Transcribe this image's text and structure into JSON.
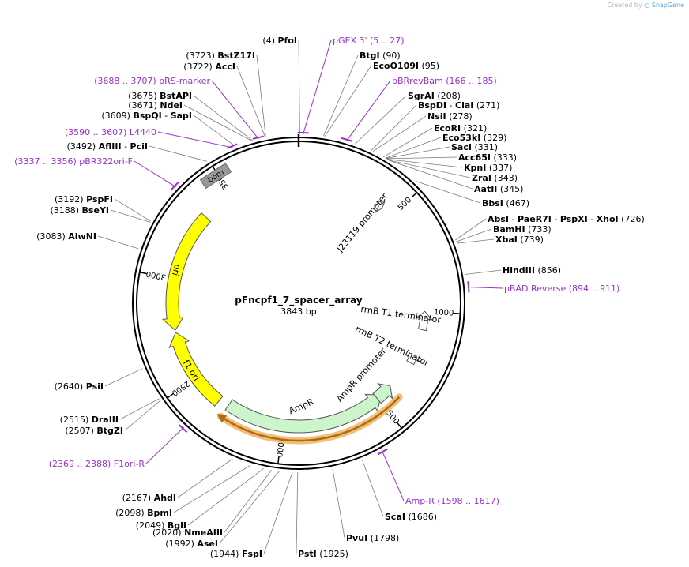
{
  "credit": {
    "prefix": "Created by",
    "brand": "SnapGene"
  },
  "plasmid": {
    "name": "pFncpf1_7_spacer_array",
    "size_label": "3843 bp",
    "length": 3843
  },
  "features": [
    {
      "name": "bom",
      "type": "box",
      "start": 3420,
      "end": 3560
    },
    {
      "name": "ori",
      "type": "arrow",
      "start": 2750,
      "end": 3340,
      "strand": -1,
      "color": "#ffff00"
    },
    {
      "name": "f1 ori",
      "type": "arrow",
      "start": 2340,
      "end": 2740,
      "strand": 1,
      "color": "#ffff00"
    },
    {
      "name": "AmpR",
      "type": "arrow",
      "start": 1475,
      "end": 2290,
      "strand": -1,
      "color": "#ccf5cc"
    },
    {
      "name": "AmpR promoter",
      "type": "arrow",
      "start": 1410,
      "end": 1500,
      "strand": -1,
      "color": "#ccf5cc"
    },
    {
      "name": "J23119 promoter",
      "type": "arrow",
      "start": 410,
      "end": 440,
      "strand": 1,
      "color": "#ffffff"
    },
    {
      "name": "rrnB T1 terminator",
      "type": "arrow",
      "start": 1000,
      "end": 1090,
      "strand": -1,
      "color": "#ffffff"
    },
    {
      "name": "rrnB T2 terminator",
      "type": "arrow",
      "start": 1220,
      "end": 1260,
      "strand": -1,
      "color": "#ffffff"
    }
  ],
  "orf": {
    "start": 1420,
    "end": 2290
  },
  "ticks": [
    {
      "pos": 500,
      "label": "500"
    },
    {
      "pos": 1000,
      "label": "1000"
    },
    {
      "pos": 1500,
      "label": "1500"
    },
    {
      "pos": 2000,
      "label": "2000"
    },
    {
      "pos": 2500,
      "label": "2500"
    },
    {
      "pos": 3000,
      "label": "3000"
    },
    {
      "pos": 3500,
      "label": "3500"
    }
  ],
  "sites": [
    {
      "parts": [
        {
          "t": "(4)  "
        },
        {
          "t": "PfoI",
          "b": true
        }
      ],
      "pos": 4,
      "a": "end"
    },
    {
      "parts": [
        {
          "t": "(3723)  "
        },
        {
          "t": "BstZ17I",
          "b": true
        }
      ],
      "pos": 3723,
      "a": "end"
    },
    {
      "parts": [
        {
          "t": "(3722)  "
        },
        {
          "t": "AccI",
          "b": true
        }
      ],
      "pos": 3722,
      "a": "end"
    },
    {
      "parts": [
        {
          "t": "(3688 .. 3707)  pRS-marker"
        }
      ],
      "pos": 3697,
      "a": "end",
      "primer": true
    },
    {
      "parts": [
        {
          "t": "(3675)  "
        },
        {
          "t": "BstAPI",
          "b": true
        }
      ],
      "pos": 3675,
      "a": "end"
    },
    {
      "parts": [
        {
          "t": "(3671)  "
        },
        {
          "t": "NdeI",
          "b": true
        }
      ],
      "pos": 3671,
      "a": "end"
    },
    {
      "parts": [
        {
          "t": "(3609)  "
        },
        {
          "t": "BspQI",
          "b": true
        },
        {
          "t": " - "
        },
        {
          "t": "SapI",
          "b": true
        }
      ],
      "pos": 3609,
      "a": "end"
    },
    {
      "parts": [
        {
          "t": "(3590 .. 3607)  L4440"
        }
      ],
      "pos": 3598,
      "a": "end",
      "primer": true
    },
    {
      "parts": [
        {
          "t": "(3492)  "
        },
        {
          "t": "AflIII",
          "b": true
        },
        {
          "t": "  - "
        },
        {
          "t": "PciI",
          "b": true
        }
      ],
      "pos": 3492,
      "a": "end"
    },
    {
      "parts": [
        {
          "t": "(3337 .. 3356)  pBR322ori-F"
        }
      ],
      "pos": 3346,
      "a": "end",
      "primer": true
    },
    {
      "parts": [
        {
          "t": "(3192)  "
        },
        {
          "t": "PspFI",
          "b": true
        }
      ],
      "pos": 3192,
      "a": "end"
    },
    {
      "parts": [
        {
          "t": "(3188)  "
        },
        {
          "t": "BseYI",
          "b": true
        }
      ],
      "pos": 3188,
      "a": "end"
    },
    {
      "parts": [
        {
          "t": "(3083)  "
        },
        {
          "t": "AlwNI",
          "b": true
        }
      ],
      "pos": 3083,
      "a": "end"
    },
    {
      "parts": [
        {
          "t": "(2640)  "
        },
        {
          "t": "PsiI",
          "b": true
        }
      ],
      "pos": 2640,
      "a": "end"
    },
    {
      "parts": [
        {
          "t": "(2515)  "
        },
        {
          "t": "DraIII",
          "b": true
        }
      ],
      "pos": 2515,
      "a": "end"
    },
    {
      "parts": [
        {
          "t": "(2507)  "
        },
        {
          "t": "BtgZI",
          "b": true
        }
      ],
      "pos": 2507,
      "a": "end"
    },
    {
      "parts": [
        {
          "t": "(2369 .. 2388)  F1ori-R"
        }
      ],
      "pos": 2378,
      "a": "end",
      "primer": true
    },
    {
      "parts": [
        {
          "t": "(2167)  "
        },
        {
          "t": "AhdI",
          "b": true
        }
      ],
      "pos": 2167,
      "a": "end"
    },
    {
      "parts": [
        {
          "t": "(2098)  "
        },
        {
          "t": "BpmI",
          "b": true
        }
      ],
      "pos": 2098,
      "a": "end"
    },
    {
      "parts": [
        {
          "t": "(2049)  "
        },
        {
          "t": "BglI",
          "b": true
        }
      ],
      "pos": 2049,
      "a": "end"
    },
    {
      "parts": [
        {
          "t": "(2020)  "
        },
        {
          "t": "NmeAIII",
          "b": true
        }
      ],
      "pos": 2020,
      "a": "end"
    },
    {
      "parts": [
        {
          "t": "(1992)  "
        },
        {
          "t": "AseI",
          "b": true
        }
      ],
      "pos": 1992,
      "a": "end"
    },
    {
      "parts": [
        {
          "t": "(1944)  "
        },
        {
          "t": "FspI",
          "b": true
        }
      ],
      "pos": 1944,
      "a": "end"
    },
    {
      "parts": [
        {
          "t": "PstI",
          "b": true
        },
        {
          "t": "  (1925)"
        }
      ],
      "pos": 1925,
      "a": "start"
    },
    {
      "parts": [
        {
          "t": "PvuI",
          "b": true
        },
        {
          "t": "  (1798)"
        }
      ],
      "pos": 1798,
      "a": "start"
    },
    {
      "parts": [
        {
          "t": "ScaI",
          "b": true
        },
        {
          "t": "  (1686)"
        }
      ],
      "pos": 1686,
      "a": "start"
    },
    {
      "parts": [
        {
          "t": "Amp-R   (1598 .. 1617)"
        }
      ],
      "pos": 1607,
      "a": "start",
      "primer": true
    },
    {
      "parts": [
        {
          "t": "pBAD Reverse   (894 .. 911)"
        }
      ],
      "pos": 902,
      "a": "start",
      "primer": true
    },
    {
      "parts": [
        {
          "t": "HindIII",
          "b": true
        },
        {
          "t": "  (856)"
        }
      ],
      "pos": 856,
      "a": "start"
    },
    {
      "parts": [
        {
          "t": "XbaI",
          "b": true
        },
        {
          "t": "  (739)"
        }
      ],
      "pos": 739,
      "a": "start"
    },
    {
      "parts": [
        {
          "t": "BamHI",
          "b": true
        },
        {
          "t": "  (733)"
        }
      ],
      "pos": 733,
      "a": "start"
    },
    {
      "parts": [
        {
          "t": "AbsI",
          "b": true
        },
        {
          "t": "  - "
        },
        {
          "t": "PaeR7I",
          "b": true
        },
        {
          "t": "  - "
        },
        {
          "t": "PspXI",
          "b": true
        },
        {
          "t": "  - "
        },
        {
          "t": "XhoI",
          "b": true
        },
        {
          "t": "   (726)"
        }
      ],
      "pos": 726,
      "a": "start"
    },
    {
      "parts": [
        {
          "t": "BbsI",
          "b": true
        },
        {
          "t": "  (467)"
        }
      ],
      "pos": 467,
      "a": "start"
    },
    {
      "parts": [
        {
          "t": "AatII",
          "b": true
        },
        {
          "t": "  (345)"
        }
      ],
      "pos": 345,
      "a": "start"
    },
    {
      "parts": [
        {
          "t": "ZraI",
          "b": true
        },
        {
          "t": "  (343)"
        }
      ],
      "pos": 343,
      "a": "start"
    },
    {
      "parts": [
        {
          "t": "KpnI",
          "b": true
        },
        {
          "t": "  (337)"
        }
      ],
      "pos": 337,
      "a": "start"
    },
    {
      "parts": [
        {
          "t": "Acc65I",
          "b": true
        },
        {
          "t": "  (333)"
        }
      ],
      "pos": 333,
      "a": "start"
    },
    {
      "parts": [
        {
          "t": "SacI",
          "b": true
        },
        {
          "t": "  (331)"
        }
      ],
      "pos": 331,
      "a": "start"
    },
    {
      "parts": [
        {
          "t": "Eco53kI",
          "b": true
        },
        {
          "t": "  (329)"
        }
      ],
      "pos": 329,
      "a": "start"
    },
    {
      "parts": [
        {
          "t": "EcoRI",
          "b": true
        },
        {
          "t": "  (321)"
        }
      ],
      "pos": 321,
      "a": "start"
    },
    {
      "parts": [
        {
          "t": "NsiI",
          "b": true
        },
        {
          "t": "  (278)"
        }
      ],
      "pos": 278,
      "a": "start"
    },
    {
      "parts": [
        {
          "t": "BspDI",
          "b": true
        },
        {
          "t": "  - "
        },
        {
          "t": "ClaI",
          "b": true
        },
        {
          "t": "   (271)"
        }
      ],
      "pos": 271,
      "a": "start"
    },
    {
      "parts": [
        {
          "t": "SgrAI",
          "b": true
        },
        {
          "t": "  (208)"
        }
      ],
      "pos": 208,
      "a": "start"
    },
    {
      "parts": [
        {
          "t": "pBRrevBam   (166 .. 185)"
        }
      ],
      "pos": 175,
      "a": "start",
      "primer": true
    },
    {
      "parts": [
        {
          "t": "EcoO109I",
          "b": true
        },
        {
          "t": "   (95)"
        }
      ],
      "pos": 95,
      "a": "start"
    },
    {
      "parts": [
        {
          "t": "BtgI",
          "b": true
        },
        {
          "t": "   (90)"
        }
      ],
      "pos": 90,
      "a": "start"
    },
    {
      "parts": [
        {
          "t": "pGEX 3'   (5 .. 27)"
        }
      ],
      "pos": 16,
      "a": "start",
      "primer": true
    }
  ]
}
